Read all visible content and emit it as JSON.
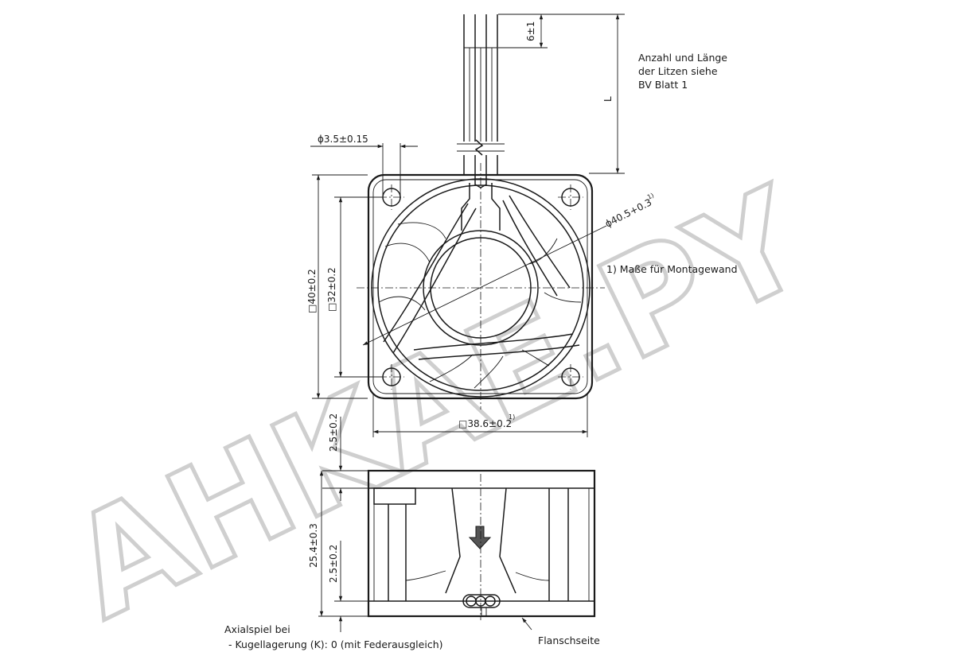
{
  "watermark": {
    "text": "AHKAE.PY",
    "color": "#cfcfcf"
  },
  "notes": {
    "wires_line1": "Anzahl und Länge",
    "wires_line2": "der Litzen siehe",
    "wires_line3": "BV Blatt 1",
    "footnote": "1) Maße für Montagewand",
    "axial_title": "Axialspiel bei",
    "axial_item": "- Kugellagerung (K): 0 (mit Federausgleich)",
    "flange_side": "Flanschseite"
  },
  "dimensions": {
    "wire_offset": "6±1",
    "wire_length": "L",
    "hole_diameter": "ϕ3.5±0.15",
    "circle_diameter": "ϕ40.5+0.3",
    "frame_height": "□40±0.2",
    "hole_spacing": "□32±0.2",
    "frame_width": "□38.6±0.2",
    "flange_top": "2.5±0.2",
    "depth": "25.4±0.3",
    "flange_bottom": "2.5±0.2",
    "footnote_marker": "1)"
  }
}
